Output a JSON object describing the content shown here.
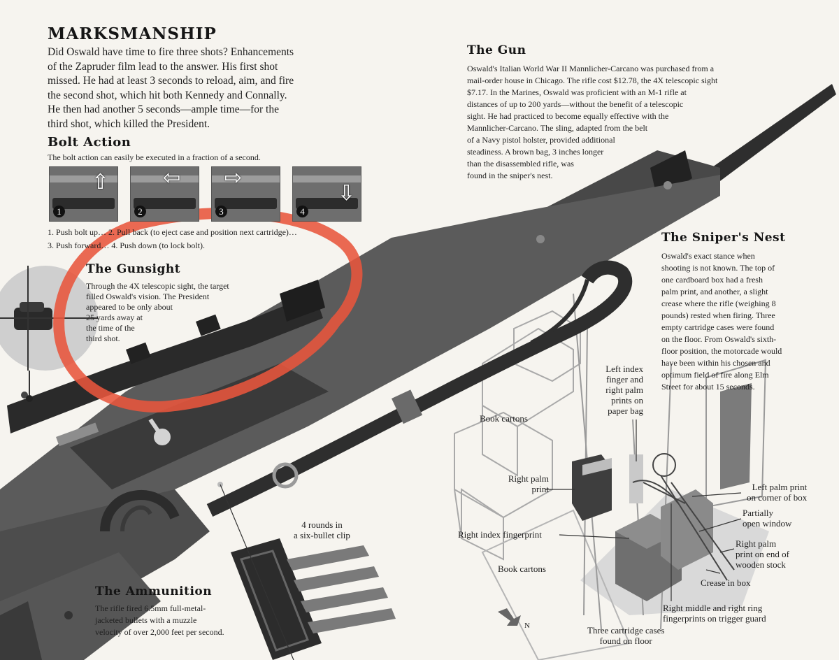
{
  "marksmanship": {
    "title": "MARKSMANSHIP",
    "text": "Did Oswald have time to fire three shots? Enhancements\nof the Zapruder film lead to the answer. His first shot\nmissed. He had at least 3 seconds to reload, aim, and fire\nthe second shot, which hit both Kennedy and Connally.\nHe then had another 5 seconds—ample time—for the\nthird shot, which killed the President."
  },
  "bolt_action": {
    "title": "Bolt Action",
    "intro": "The bolt action can easily be executed in a fraction of a second.",
    "steps": [
      {
        "num": "1",
        "arrow": "⇧"
      },
      {
        "num": "2",
        "arrow": "⇦"
      },
      {
        "num": "3",
        "arrow": "⇨"
      },
      {
        "num": "4",
        "arrow": "⇩"
      }
    ],
    "caption_line1": "1. Push bolt up… 2. Pull back (to eject case and position next cartridge)…",
    "caption_line2": "3. Push forward… 4. Push down (to lock bolt)."
  },
  "gunsight": {
    "title": "The Gunsight",
    "text": "Through the 4X telescopic sight, the target\nfilled Oswald's vision. The President\nappeared to be only about\n25 yards away at\nthe time of the\nthird shot."
  },
  "gun": {
    "title": "The Gun",
    "text": "Oswald's Italian World War II Mannlicher-Carcano was purchased from a\nmail-order house in Chicago. The rifle cost $12.78, the 4X telescopic sight\n$7.17. In the Marines, Oswald was proficient with an M-1 rifle at\ndistances of up to 200 yards—without the benefit of a telescopic\nsight. He had practiced to become equally effective with the\nMannlicher-Carcano. The sling, adapted from the belt\nof a Navy pistol holster, provided additional\nsteadiness. A brown bag, 3 inches longer\nthan the disassembled rifle, was\nfound in the sniper's nest."
  },
  "sniper_nest": {
    "title": "The Sniper's Nest",
    "text": "Oswald's exact stance when\nshooting is not known. The top of\none cardboard box had a fresh\npalm print, and another, a slight\ncrease where the rifle (weighing 8\npounds) rested when firing. Three\nempty cartridge cases were found\non the floor. From Oswald's sixth-\nfloor position, the motorcade would\nhave been within his chosen and\noptimum field of fire along Elm\nStreet for about 15 seconds."
  },
  "ammunition": {
    "title": "The Ammunition",
    "text": "The rifle fired 6.5mm full-metal-\njacketed bullets with a muzzle\nvelocity of over 2,000 feet per second.",
    "clip_label": "4 rounds in\na six-bullet clip"
  },
  "nest_labels": {
    "left_index": "Left index\nfinger and\nright palm\nprints on\npaper bag",
    "book_cartons_top": "Book cartons",
    "right_palm": "Right palm\nprint",
    "right_index": "Right index fingerprint",
    "book_cartons_bottom": "Book cartons",
    "left_palm": "Left palm print\non corner of box",
    "partially_open": "Partially\nopen window",
    "right_palm_end": "Right palm\nprint on end of\nwooden stock",
    "crease": "Crease in box",
    "right_middle": "Right middle and right ring\nfingerprints on trigger guard",
    "three_cases": "Three cartridge cases\nfound on floor",
    "north": "N"
  },
  "colors": {
    "rifle_dark": "#3d3d3d",
    "rifle_mid": "#5a5a5a",
    "annotation_red": "#e8553c",
    "paper": "#f6f4ef"
  }
}
